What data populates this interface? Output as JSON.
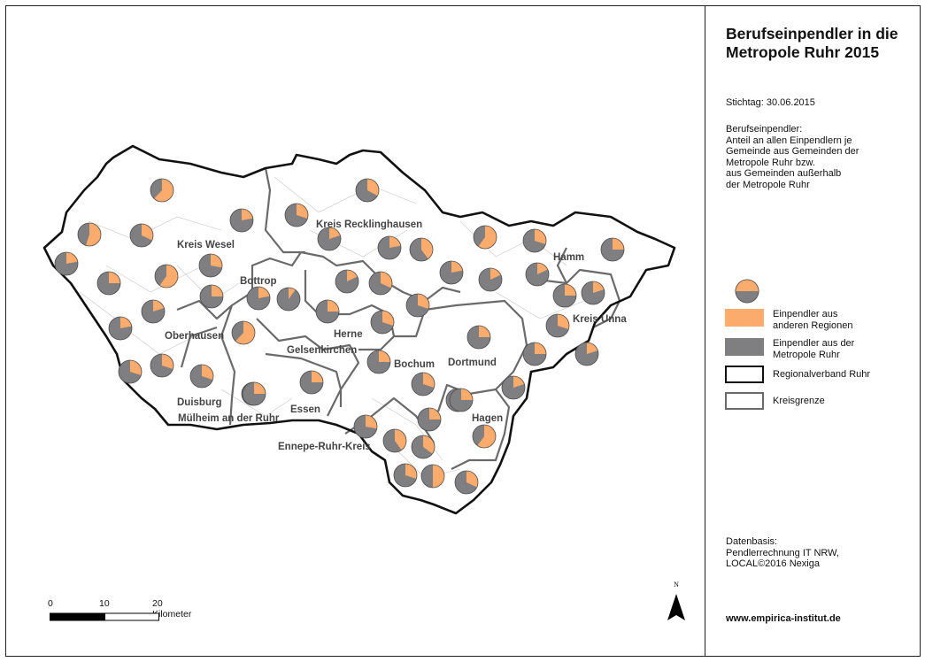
{
  "title_lines": [
    "Berufseinpendler in die",
    "Metropole Ruhr 2015"
  ],
  "stichtag": "Stichtag: 30.06.2015",
  "description_lines": [
    "Berufseinpendler:",
    "Anteil an allen Einpendlern je",
    "Gemeinde aus Gemeinden der",
    "Metropole Ruhr bzw.",
    "aus Gemeinden außerhalb",
    "der Metropole Ruhr"
  ],
  "legend": {
    "items": [
      {
        "lines": [
          "Einpendler aus",
          "anderen Regionen"
        ]
      },
      {
        "lines": [
          "Einpendler aus der",
          "Metropole Ruhr"
        ]
      },
      {
        "lines": [
          "Regionalverband Ruhr"
        ]
      },
      {
        "lines": [
          "Kreisgrenze"
        ]
      }
    ]
  },
  "source_lines": [
    "Datenbasis:",
    "Pendlerrechnung IT NRW,",
    "LOCAL©2016 Nexiga"
  ],
  "website": "www.empirica-institut.de",
  "scalebar": {
    "ticks": [
      "0",
      "10",
      "20 Kilometer"
    ]
  },
  "north_label": "N",
  "colors": {
    "outside": "#fbab6b",
    "ruhr": "#7f7f82",
    "region_border": "#111111",
    "kreis_border": "#6a6a6a",
    "municipality_line": "#c8c8c8",
    "label": "#444444"
  },
  "region_labels": [
    "Kreis Wesel",
    "Kreis Recklinghausen",
    "Bottrop",
    "Hamm",
    "Kreis Unna",
    "Oberhausen",
    "Herne",
    "Gelsenkirchen",
    "Bochum",
    "Dortmund",
    "Duisburg",
    "Mülheim an der Ruhr",
    "Essen",
    "Hagen",
    "Ennepe-Ruhr-Kreis"
  ],
  "pie_data": [
    {
      "outside_share": 0.62
    },
    {
      "outside_share": 0.33
    },
    {
      "outside_share": 0.22
    },
    {
      "outside_share": 0.3
    },
    {
      "outside_share": 0.55
    },
    {
      "outside_share": 0.32
    },
    {
      "outside_share": 0.2
    },
    {
      "outside_share": 0.6
    },
    {
      "outside_share": 0.3
    },
    {
      "outside_share": 0.25
    },
    {
      "outside_share": 0.22
    },
    {
      "outside_share": 0.28
    },
    {
      "outside_share": 0.22
    },
    {
      "outside_share": 0.4
    },
    {
      "outside_share": 0.25
    },
    {
      "outside_share": 0.6
    },
    {
      "outside_share": 0.22
    },
    {
      "outside_share": 0.1
    },
    {
      "outside_share": 0.18
    },
    {
      "outside_share": 0.32
    },
    {
      "outside_share": 0.22
    },
    {
      "outside_share": 0.18
    },
    {
      "outside_share": 0.18
    },
    {
      "outside_share": 0.25
    },
    {
      "outside_share": 0.2
    },
    {
      "outside_share": 0.25
    },
    {
      "outside_share": 0.2
    },
    {
      "outside_share": 0.22
    },
    {
      "outside_share": 0.25
    },
    {
      "outside_share": 0.3
    },
    {
      "outside_share": 0.3
    },
    {
      "outside_share": 0.3
    },
    {
      "outside_share": 0.62
    },
    {
      "outside_share": 0.25
    },
    {
      "outside_share": 0.3
    },
    {
      "outside_share": 0.3
    },
    {
      "outside_share": 0.3
    },
    {
      "outside_share": 0.25
    },
    {
      "outside_share": 0.25
    },
    {
      "outside_share": 0.6
    },
    {
      "outside_share": 0.25
    },
    {
      "outside_share": 0.2
    },
    {
      "outside_share": 0.3
    },
    {
      "outside_share": 0.22
    },
    {
      "outside_share": 0.2
    },
    {
      "outside_share": 0.25
    },
    {
      "outside_share": 0.6
    },
    {
      "outside_share": 0.28
    },
    {
      "outside_share": 0.4
    },
    {
      "outside_share": 0.35
    },
    {
      "outside_share": 0.3
    },
    {
      "outside_share": 0.5
    },
    {
      "outside_share": 0.32
    },
    {
      "outside_share": 0.25
    },
    {
      "outside_share": 0.25
    }
  ]
}
